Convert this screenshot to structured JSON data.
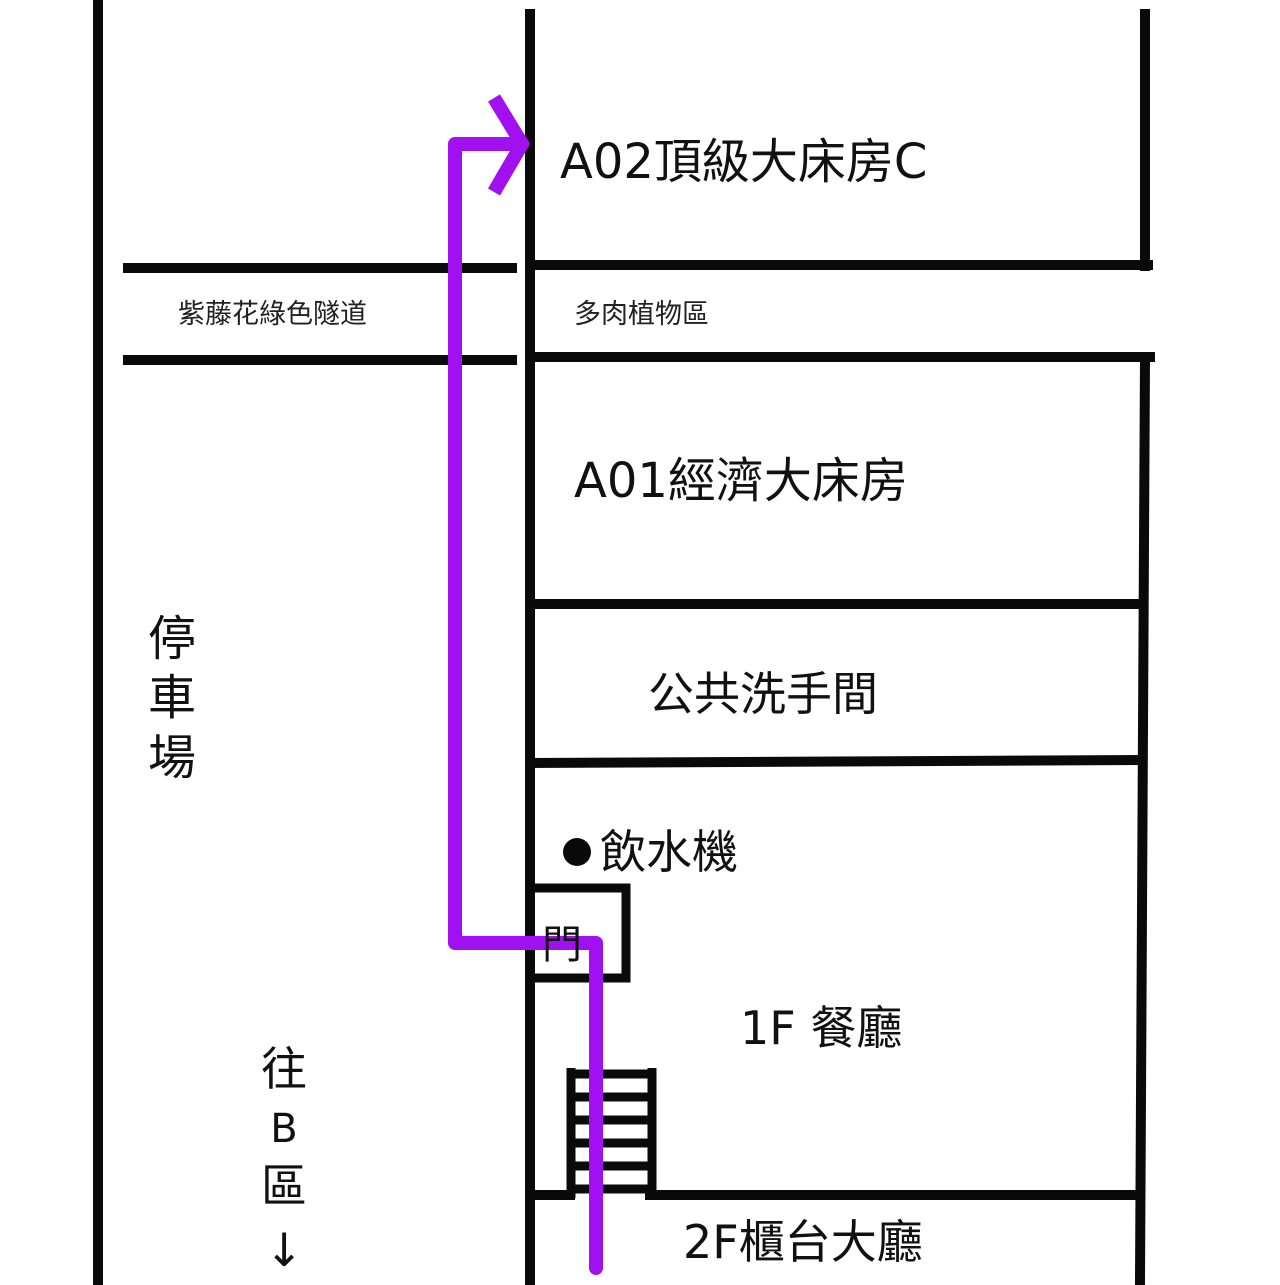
{
  "map": {
    "rooms": {
      "a02": "A02頂級大床房C",
      "succulent": "多肉植物區",
      "a01": "A01經濟大床房",
      "restroom": "公共洗手間",
      "water": "飲水機",
      "door": "門",
      "restaurant": "1F 餐廳",
      "lobby": "2F櫃台大廳"
    },
    "tunnel": "紫藤花綠色隧道",
    "parking": [
      "停",
      "車",
      "場"
    ],
    "to_b_area": [
      "往",
      "B",
      "區",
      "↓"
    ]
  },
  "colors": {
    "route": "#a010f0",
    "walls": "#0a0a0a",
    "background": "#ffffff"
  }
}
